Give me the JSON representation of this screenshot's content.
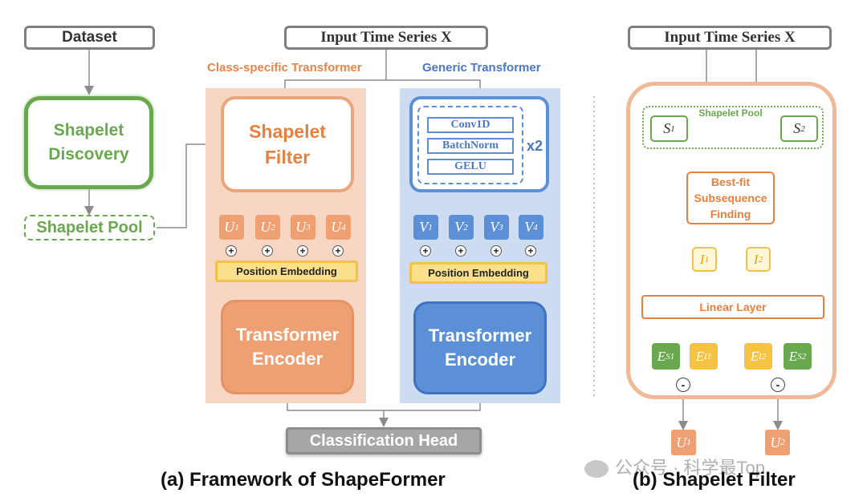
{
  "left": {
    "dataset_label": "Dataset",
    "shapelet_discovery_label": "Shapelet Discovery",
    "shapelet_pool_label": "Shapelet Pool",
    "input_label": "Input Time Series X",
    "class_specific_title": "Class-specific Transformer",
    "generic_title": "Generic Transformer",
    "shapelet_filter_label": "Shapelet Filter",
    "conv_items": [
      "Conv1D",
      "BatchNorm",
      "GELU"
    ],
    "repeat_label": "x2",
    "u_tokens": [
      {
        "letter": "U",
        "sub": "1"
      },
      {
        "letter": "U",
        "sub": "2"
      },
      {
        "letter": "U",
        "sub": "3"
      },
      {
        "letter": "U",
        "sub": "4"
      }
    ],
    "v_tokens": [
      {
        "letter": "V",
        "sub": "1"
      },
      {
        "letter": "V",
        "sub": "2"
      },
      {
        "letter": "V",
        "sub": "3"
      },
      {
        "letter": "V",
        "sub": "4"
      }
    ],
    "plus_symbol": "+",
    "position_embedding_label": "Position Embedding",
    "encoder_label": "Transformer Encoder",
    "classification_head_label": "Classification Head",
    "caption": "(a) Framework of ShapeFormer"
  },
  "right": {
    "input_label": "Input Time Series X",
    "pool_label": "Shapelet Pool",
    "s1": {
      "letter": "S",
      "sub": "1"
    },
    "s2": {
      "letter": "S",
      "sub": "2"
    },
    "bestfit_label": "Best-fit Subsequence Finding",
    "i1": {
      "letter": "I",
      "sub": "1"
    },
    "i2": {
      "letter": "I",
      "sub": "2"
    },
    "linear_label": "Linear Layer",
    "e_tokens": [
      {
        "letter": "E",
        "sub": "S1"
      },
      {
        "letter": "E",
        "sub": "I1"
      },
      {
        "letter": "E",
        "sub": "I2"
      },
      {
        "letter": "E",
        "sub": "S2"
      }
    ],
    "minus_symbol": "-",
    "u1": {
      "letter": "U",
      "sub": "1"
    },
    "u2": {
      "letter": "U",
      "sub": "2"
    },
    "caption": "(b) Shapelet Filter"
  },
  "watermark": "公众号 · 科学最Top",
  "colors": {
    "orange": "#e8803e",
    "orange_fill": "#eea073",
    "blue": "#5b8fd6",
    "green": "#6aa84f",
    "yellow": "#f6c242",
    "gray": "#7f7f7f"
  }
}
